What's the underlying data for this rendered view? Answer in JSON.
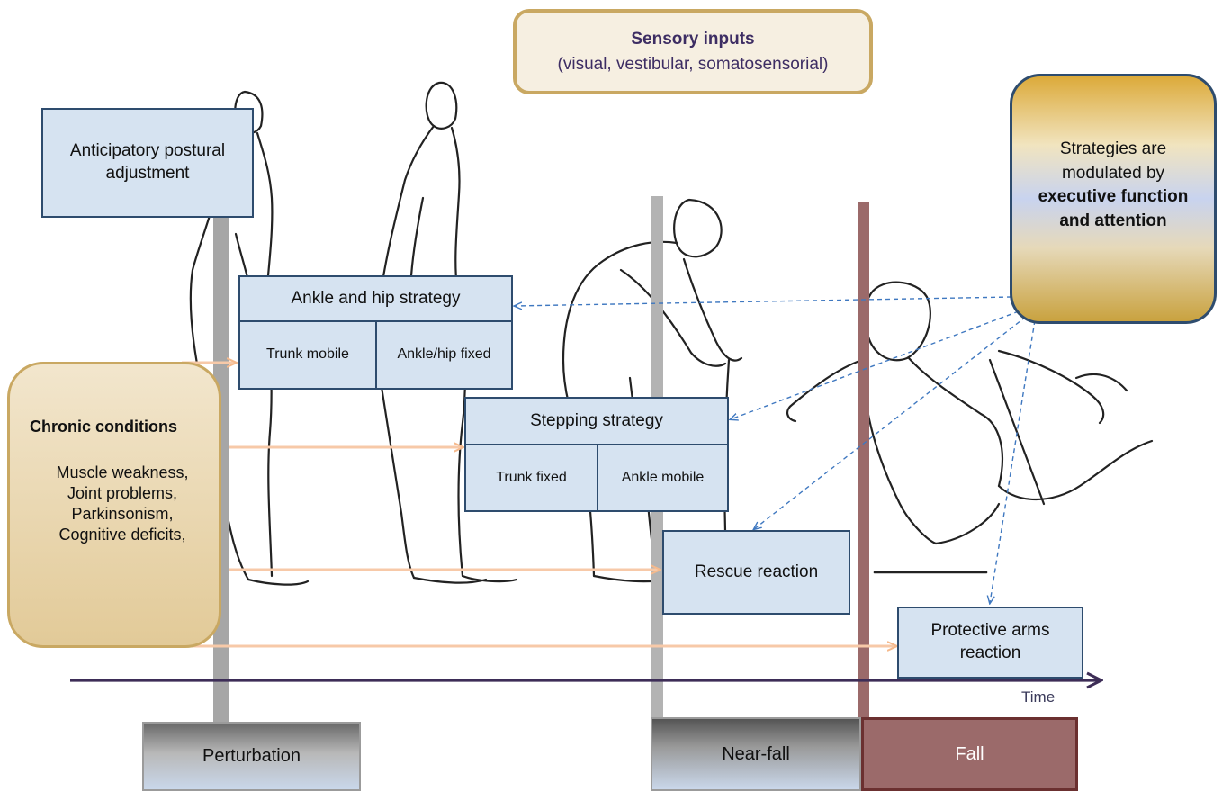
{
  "sensory_inputs": {
    "title": "Sensory inputs",
    "detail": "(visual, vestibular, somatosensorial)"
  },
  "anticipatory": "Anticipatory postural adjustment",
  "ankle_hip": {
    "title": "Ankle and hip strategy",
    "left": "Trunk mobile",
    "right": "Ankle/hip fixed"
  },
  "stepping": {
    "title": "Stepping strategy",
    "left": "Trunk fixed",
    "right": "Ankle mobile"
  },
  "rescue": "Rescue reaction",
  "protective": "Protective arms reaction",
  "chronic": {
    "title": "Chronic conditions",
    "items": [
      "Muscle weakness,",
      "Joint problems,",
      "Parkinsonism,",
      "Cognitive deficits,"
    ]
  },
  "executive": {
    "line1": "Strategies are modulated by",
    "bold": "executive function and attention"
  },
  "phases": {
    "perturbation": "Perturbation",
    "near_fall": "Near-fall",
    "fall": "Fall"
  },
  "time_label": "Time",
  "colors": {
    "box_fill": "#d6e3f1",
    "box_border": "#2e4c6e",
    "chronic_arrow": "#f7c9a8",
    "dashed_arrow": "#3f78c0",
    "fall_bar": "#9b6a6a",
    "time_axis": "#3d2d57"
  }
}
